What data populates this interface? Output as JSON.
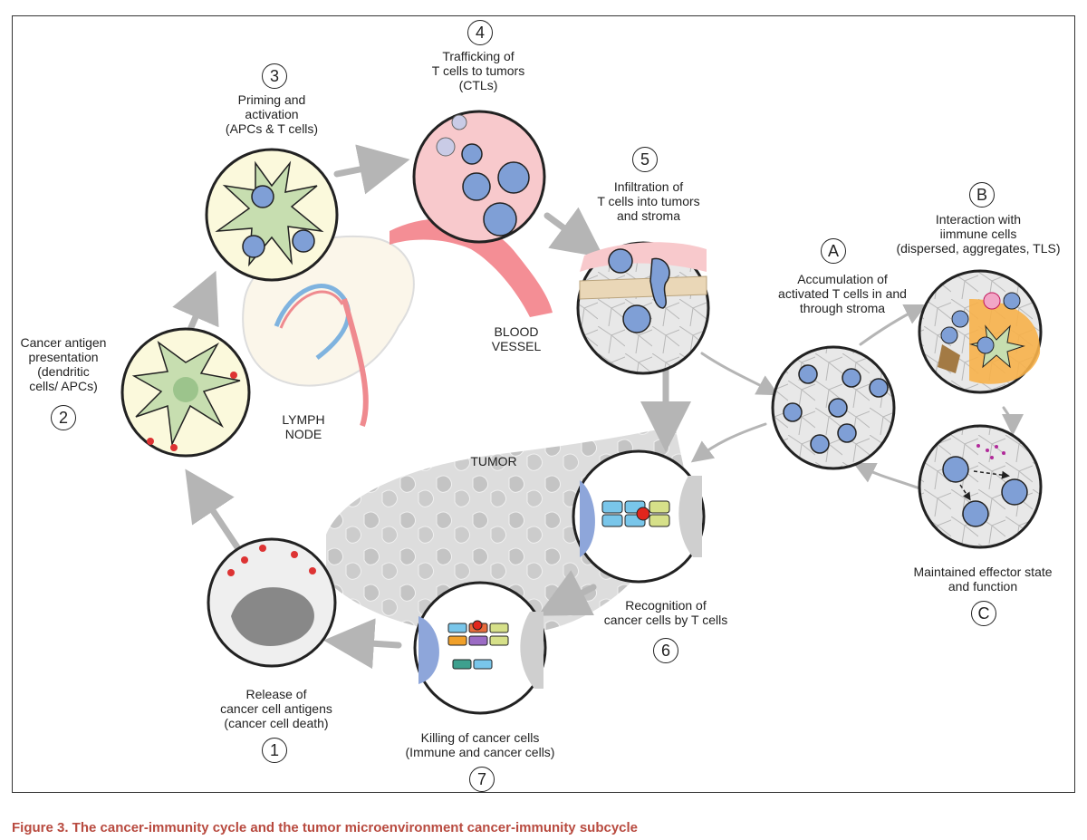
{
  "labels": {
    "step1": "Release of\ncancer cell antigens\n(cancer cell death)",
    "step2": "Cancer antigen\npresentation\n(dendritic\ncells/ APCs)",
    "step3": "Priming and\nactivation\n(APCs & T cells)",
    "step4": "Trafficking of\nT cells to tumors\n(CTLs)",
    "step5": "Infiltration of\nT cells into tumors\nand stroma",
    "step6": "Recognition of\ncancer cells by T cells",
    "step7": "Killing of cancer cells\n(Immune and cancer cells)",
    "stepA": "Accumulation of\nactivated T cells in and\nthrough stroma",
    "stepB": "Interaction with\niimmune cells\n(dispersed, aggregates, TLS)",
    "stepC": "Maintained effector state\nand function",
    "lymph_node": "LYMPH\nNODE",
    "blood_vessel": "BLOOD\nVESSEL",
    "tumor": "TUMOR"
  },
  "numbers": {
    "n1": "1",
    "n2": "2",
    "n3": "3",
    "n4": "4",
    "n5": "5",
    "n6": "6",
    "n7": "7",
    "nA": "A",
    "nB": "B",
    "nC": "C"
  },
  "caption": "Figure 3.  The cancer-immunity cycle and the tumor microenvironment cancer-immunity subcycle",
  "colors": {
    "caption": "#b84a3f",
    "arrow": "#b5b5b5",
    "t_cell": "#7f9fd6",
    "dendritic": "#c7deb0",
    "tumor_gray": "#cfcfcf",
    "vessel": "#f27a82"
  }
}
